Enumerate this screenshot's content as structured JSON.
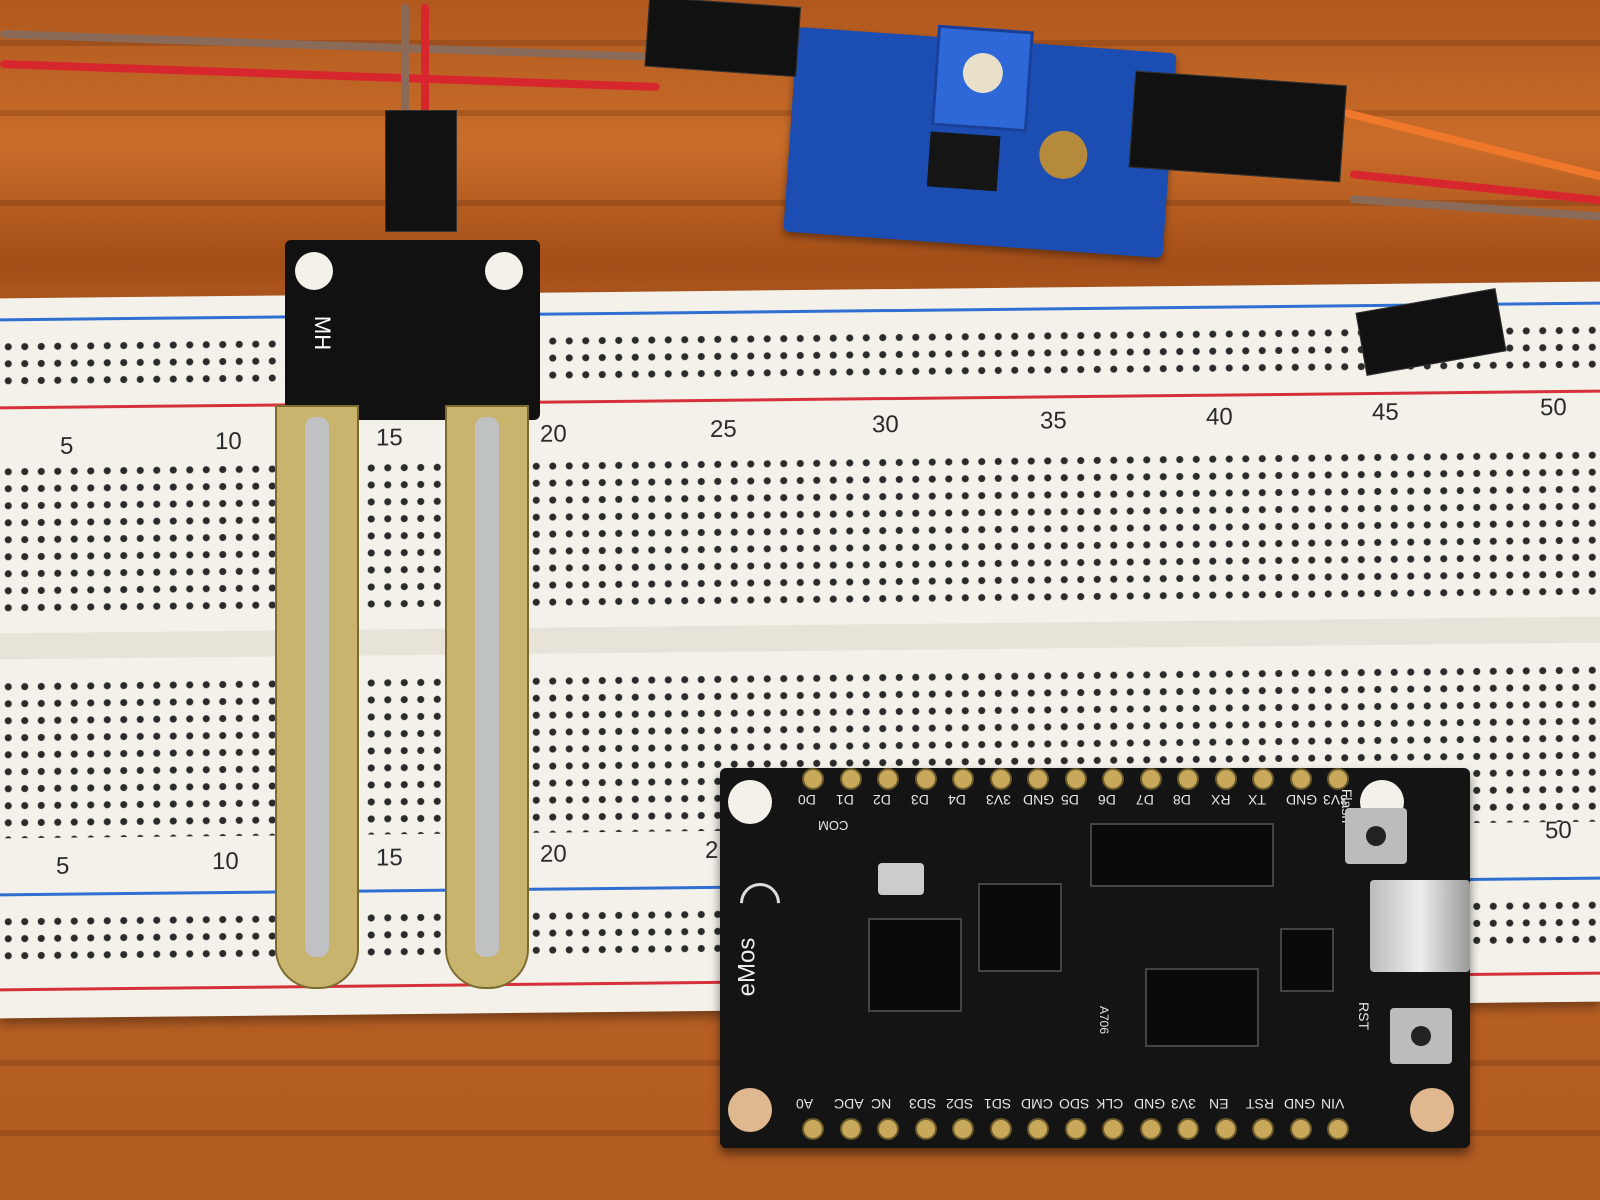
{
  "breadboard": {
    "top_row_numbers": [
      "5",
      "10",
      "15",
      "20",
      "25",
      "30",
      "35",
      "40",
      "45",
      "50"
    ],
    "bottom_row_numbers": [
      "5",
      "10",
      "15",
      "20",
      "2",
      "50"
    ]
  },
  "probe": {
    "label": "MH"
  },
  "nodemcu": {
    "top_pins": [
      "D0",
      "D1",
      "D2",
      "D3",
      "D4",
      "3V3",
      "GND",
      "D5",
      "D6",
      "D7",
      "D8",
      "RX",
      "TX",
      "GND",
      "3V3"
    ],
    "bottom_pins": [
      "A0",
      "ADC",
      "NC",
      "SD3",
      "SD2",
      "SD1",
      "CMD",
      "SDO",
      "CLK",
      "GND",
      "3V3",
      "EN",
      "RST",
      "GND",
      "VIN"
    ],
    "com_label": "COM",
    "logo": "eMos",
    "flash_label": "Flash",
    "rst_label": "RST",
    "chip_label": "A706"
  }
}
